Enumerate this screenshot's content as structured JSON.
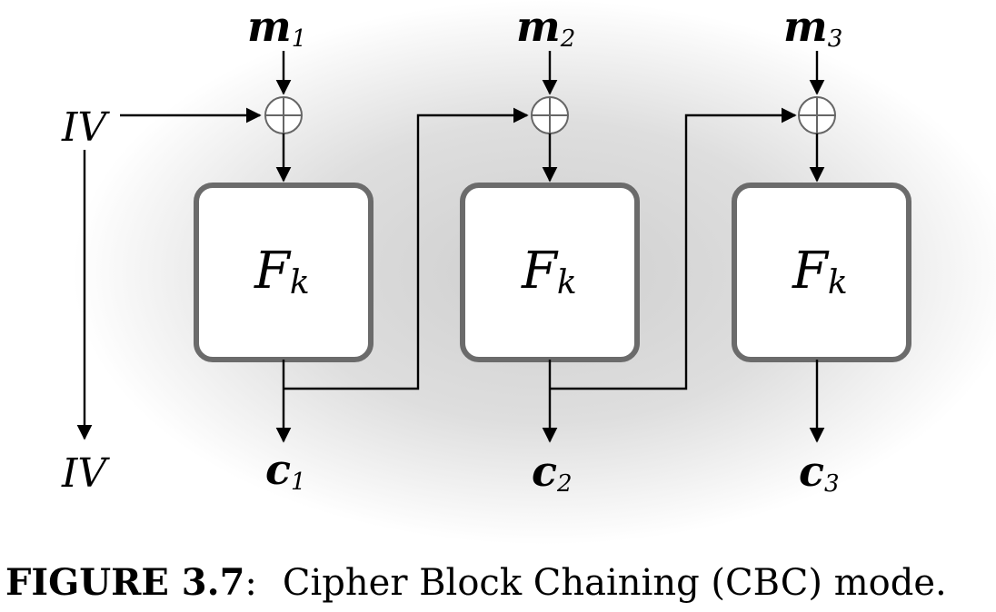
{
  "caption": {
    "label": "FIGURE 3.7",
    "separator": ":",
    "text": "Cipher Block Chaining (CBC) mode."
  },
  "iv": {
    "top_label": "IV",
    "bottom_label": "IV"
  },
  "blocks": [
    {
      "msg_base": "m",
      "msg_sub": "1",
      "func_base": "F",
      "func_sub": "k",
      "ct_base": "c",
      "ct_sub": "1"
    },
    {
      "msg_base": "m",
      "msg_sub": "2",
      "func_base": "F",
      "func_sub": "k",
      "ct_base": "c",
      "ct_sub": "2"
    },
    {
      "msg_base": "m",
      "msg_sub": "3",
      "func_base": "F",
      "func_sub": "k",
      "ct_base": "c",
      "ct_sub": "3"
    }
  ],
  "colors": {
    "box_border": "#6b6b6b",
    "background_glow": "#d6d6d6",
    "lines": "#000000"
  }
}
